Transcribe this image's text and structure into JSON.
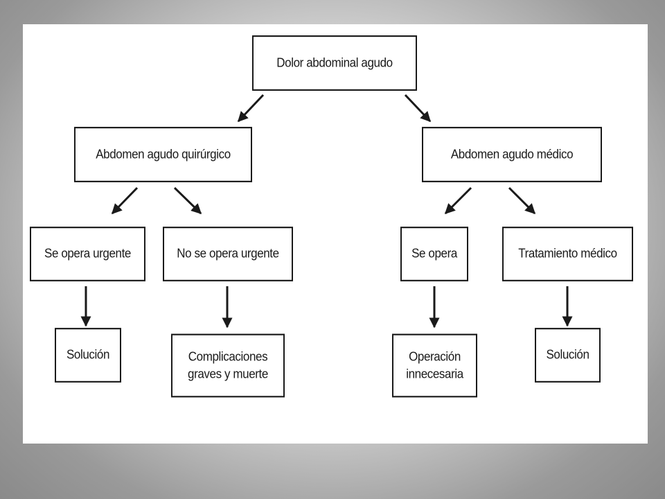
{
  "diagram": {
    "root": "Dolor abdominal agudo",
    "quirurgico": {
      "label": "Abdomen agudo quirúrgico",
      "left": "Se opera urgente",
      "right": "No se opera urgente",
      "left_outcome": "Solución",
      "right_outcome_line1": "Complicaciones",
      "right_outcome_line2": "graves y muerte"
    },
    "medico": {
      "label": "Abdomen agudo médico",
      "left": "Se opera",
      "right": "Tratamiento médico",
      "left_outcome_line1": "Operación",
      "left_outcome_line2": "innecesaria",
      "right_outcome": "Solución"
    }
  },
  "colors": {
    "box_border": "#1a1a1a",
    "arrow": "#1a1a1a",
    "slide_bg": "#ffffff"
  }
}
